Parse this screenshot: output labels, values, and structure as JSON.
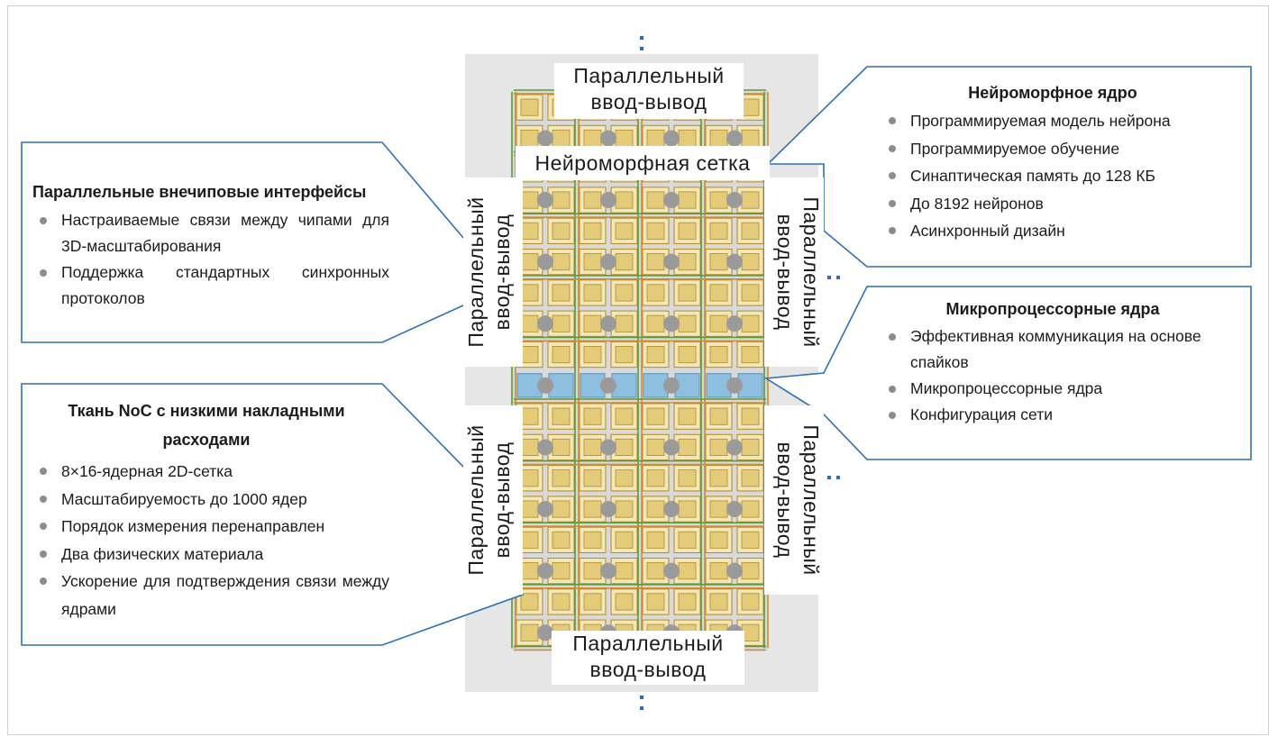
{
  "chip": {
    "io_top": "Параллельный ввод-вывод",
    "io_bottom": "Параллельный ввод-вывод",
    "io_left_upper": "Параллельный ввод-вывод",
    "io_left_lower": "Параллельный ввод-вывод",
    "io_right_upper": "Параллельный ввод-вывод",
    "io_right_lower": "Параллельный ввод-вывод",
    "mesh_label": "Нейроморфная сетка"
  },
  "callouts": {
    "parallel_interfaces": {
      "title": "Параллельные внечиповые интерфейсы",
      "items": [
        "Настраиваемые связи между чипами для 3D-масштабирования",
        "Поддержка стандартных синхронных протоколов"
      ]
    },
    "noc_fabric": {
      "title": "Ткань NoC с низкими накладными расходами",
      "items": [
        "8×16-ядерная 2D-сетка",
        "Масштабируемость до 1000 ядер",
        "Порядок измерения перенаправлен",
        "Два физических материала",
        "Ускорение для подтверждения связи между ядрами"
      ]
    },
    "neuromorphic_core": {
      "title": "Нейроморфное ядро",
      "items": [
        "Программируемая модель нейрона",
        "Программируемое обучение",
        "Синаптическая память до 128 КБ",
        "До 8192 нейронов",
        "Асинхронный дизайн"
      ]
    },
    "microprocessor_cores": {
      "title": "Микропроцессорные ядра",
      "items": [
        "Эффективная коммуникация на основе спайков",
        "Микропроцессорные ядра",
        "Конфигурация сети"
      ]
    }
  },
  "colors": {
    "callout_border": "#2e6fb6",
    "core_fill": "#e3cb7a",
    "core_border": "#b08c2a",
    "router": "#9a9a9a",
    "chip_bg": "#e6e6e6",
    "micro_core": "#8fbfe0",
    "wire_green": "#5a9a3a",
    "wire_orange": "#d08a30"
  }
}
